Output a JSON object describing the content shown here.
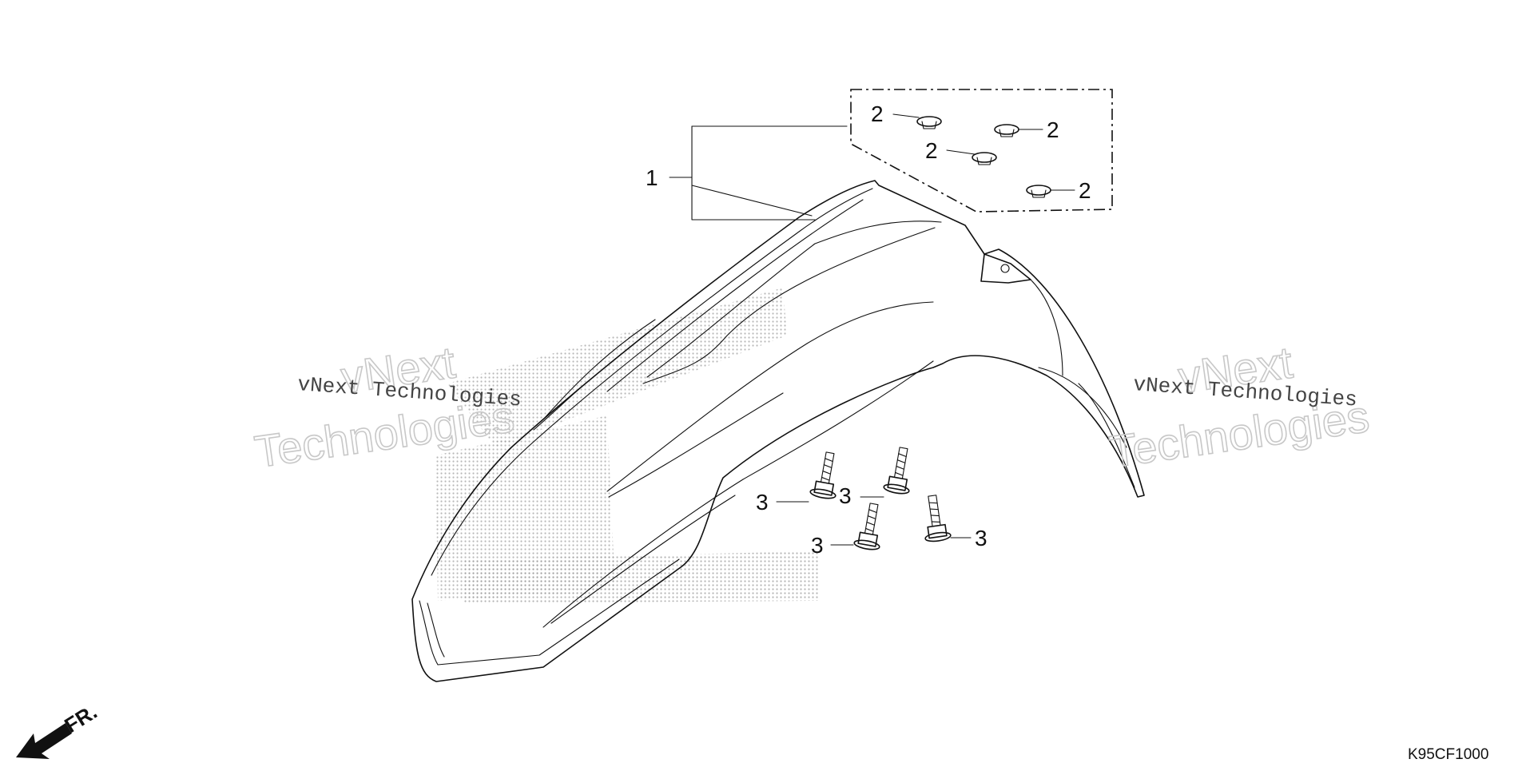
{
  "diagram": {
    "part_callouts": [
      {
        "id": "callout-1",
        "label": "1"
      },
      {
        "id": "callout-2a",
        "label": "2"
      },
      {
        "id": "callout-2b",
        "label": "2"
      },
      {
        "id": "callout-2c",
        "label": "2"
      },
      {
        "id": "callout-2d",
        "label": "2"
      },
      {
        "id": "callout-3a",
        "label": "3"
      },
      {
        "id": "callout-3b",
        "label": "3"
      },
      {
        "id": "callout-3c",
        "label": "3"
      },
      {
        "id": "callout-3d",
        "label": "3"
      }
    ],
    "direction_label": "FR.",
    "drawing_code": "K95CF1000",
    "watermark": {
      "small_text": "vNext Technologies",
      "big_line1": "vNext",
      "big_line2": "Technologies"
    },
    "colors": {
      "line": "#111111",
      "background": "#ffffff",
      "watermark_outline": "#c8c8c8",
      "logo_dots": "#9a9a9a"
    }
  }
}
